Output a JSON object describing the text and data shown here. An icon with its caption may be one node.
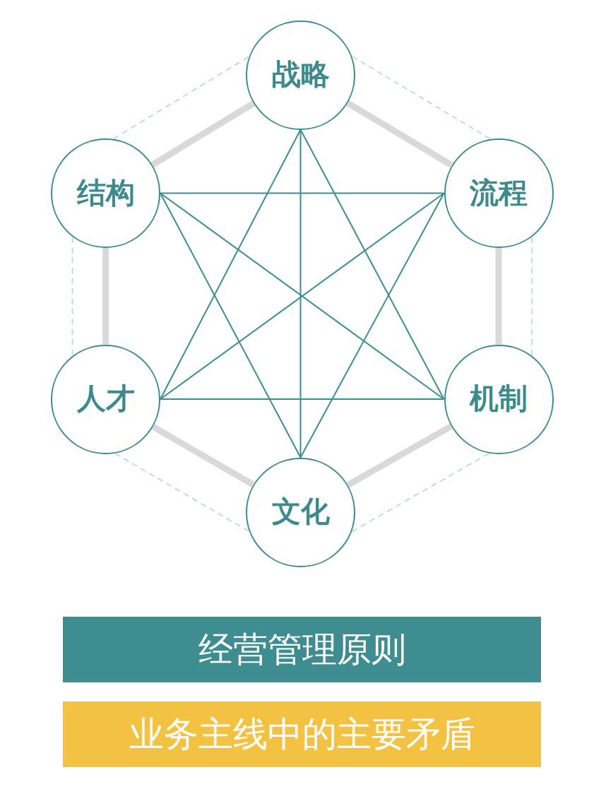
{
  "diagram": {
    "nodes": [
      {
        "text": [
          "战略"
        ]
      },
      {
        "text": [
          "结构"
        ]
      },
      {
        "text": [
          "流程"
        ]
      },
      {
        "text": [
          "人才"
        ]
      },
      {
        "text": [
          "机制"
        ]
      },
      {
        "text": [
          "文化"
        ]
      },
      {
        "text": [
          "经营管理原则"
        ]
      },
      {
        "text": [
          "业务主线中的主要矛盾"
        ]
      }
    ],
    "edges": [
      {
        "from": 0,
        "to": 5,
        "arrow": "none"
      },
      {
        "from": 0,
        "to": 3,
        "arrow": "none"
      },
      {
        "from": 0,
        "to": 4,
        "arrow": "none"
      },
      {
        "from": 1,
        "to": 2,
        "arrow": "none"
      },
      {
        "from": 1,
        "to": 4,
        "arrow": "none"
      },
      {
        "from": 1,
        "to": 5,
        "arrow": "none"
      },
      {
        "from": 2,
        "to": 3,
        "arrow": "none"
      },
      {
        "from": 2,
        "to": 5,
        "arrow": "none"
      },
      {
        "from": 3,
        "to": 4,
        "arrow": "none"
      },
      {
        "from": 0,
        "to": 2,
        "arrow": "none",
        "style": "thick",
        "color": "#d9d9d9"
      },
      {
        "from": 2,
        "to": 4,
        "arrow": "none",
        "style": "thick",
        "color": "#d9d9d9"
      },
      {
        "from": 4,
        "to": 5,
        "arrow": "none",
        "style": "thick",
        "color": "#d9d9d9"
      },
      {
        "from": 5,
        "to": 3,
        "arrow": "none",
        "style": "thick",
        "color": "#d9d9d9"
      },
      {
        "from": 3,
        "to": 1,
        "arrow": "none",
        "style": "thick",
        "color": "#d9d9d9"
      },
      {
        "from": 1,
        "to": 0,
        "arrow": "none",
        "style": "thick",
        "color": "#d9d9d9"
      },
      {
        "from": 0,
        "to": 2,
        "arrow": "none",
        "style": "dashed",
        "color": "#a9d7d7"
      },
      {
        "from": 2,
        "to": 4,
        "arrow": "none",
        "style": "dashed",
        "color": "#a9d7d7"
      },
      {
        "from": 4,
        "to": 5,
        "arrow": "none",
        "style": "dashed",
        "color": "#a9d7d7"
      },
      {
        "from": 5,
        "to": 3,
        "arrow": "none",
        "style": "dashed",
        "color": "#a9d7d7"
      },
      {
        "from": 3,
        "to": 1,
        "arrow": "none",
        "style": "dashed",
        "color": "#a9d7d7"
      },
      {
        "from": 1,
        "to": 0,
        "arrow": "none",
        "style": "dashed",
        "color": "#a9d7d7"
      }
    ]
  }
}
